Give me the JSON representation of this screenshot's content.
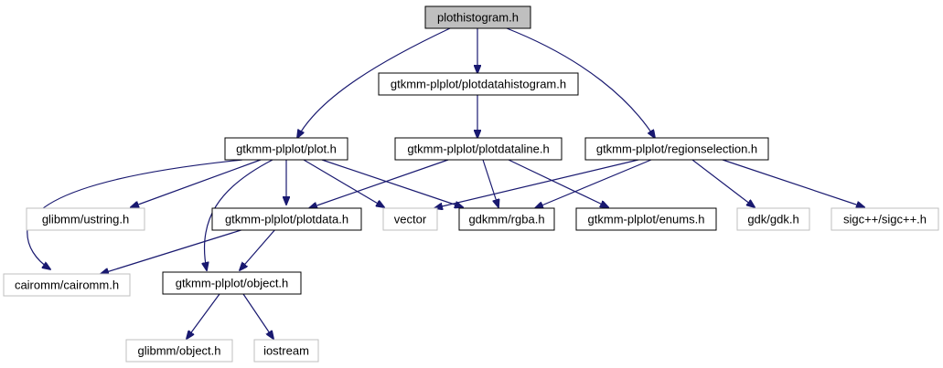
{
  "diagram": {
    "colors": {
      "edge": "#191970",
      "external_border": "#bfbfbf",
      "root_fill": "#bfbfbf",
      "node_border": "#000000"
    },
    "nodes": {
      "plothistogram": {
        "label": "plothistogram.h",
        "kind": "root"
      },
      "plotdatahistogram": {
        "label": "gtkmm-plplot/plotdatahistogram.h",
        "kind": "internal"
      },
      "plot": {
        "label": "gtkmm-plplot/plot.h",
        "kind": "internal"
      },
      "plotdataline": {
        "label": "gtkmm-plplot/plotdataline.h",
        "kind": "internal"
      },
      "regionselection": {
        "label": "gtkmm-plplot/regionselection.h",
        "kind": "internal"
      },
      "ustring": {
        "label": "glibmm/ustring.h",
        "kind": "external"
      },
      "plotdata": {
        "label": "gtkmm-plplot/plotdata.h",
        "kind": "internal"
      },
      "vector": {
        "label": "vector",
        "kind": "external"
      },
      "rgba": {
        "label": "gdkmm/rgba.h",
        "kind": "internal"
      },
      "enums": {
        "label": "gtkmm-plplot/enums.h",
        "kind": "internal"
      },
      "gdk": {
        "label": "gdk/gdk.h",
        "kind": "external"
      },
      "sigc": {
        "label": "sigc++/sigc++.h",
        "kind": "external"
      },
      "cairomm": {
        "label": "cairomm/cairomm.h",
        "kind": "external"
      },
      "object": {
        "label": "gtkmm-plplot/object.h",
        "kind": "internal"
      },
      "glibobject": {
        "label": "glibmm/object.h",
        "kind": "external"
      },
      "iostream": {
        "label": "iostream",
        "kind": "external"
      }
    }
  }
}
